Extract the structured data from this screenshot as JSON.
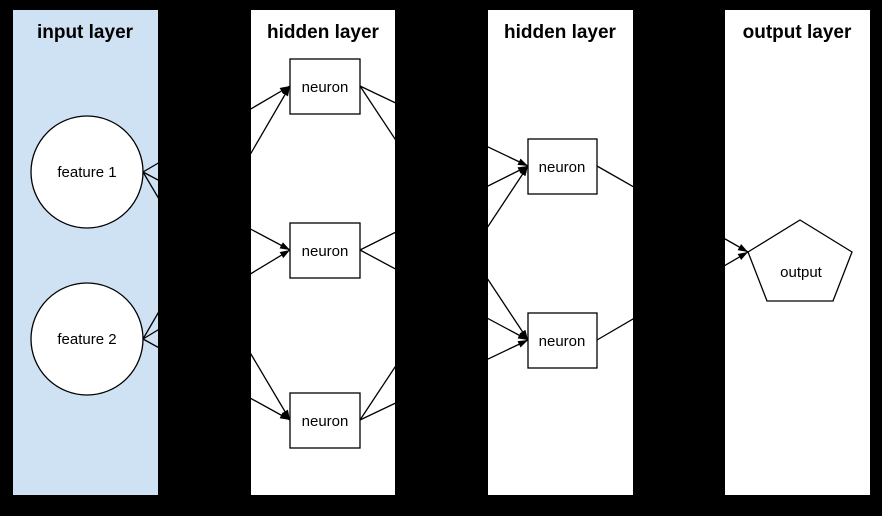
{
  "diagram": {
    "type": "neural-network",
    "colors": {
      "background": "#000000",
      "input_panel_fill": "#cfe2f3",
      "panel_fill": "#ffffff",
      "node_fill": "#ffffff",
      "stroke": "#000000"
    },
    "layers": [
      {
        "title": "input layer",
        "nodes": [
          "feature 1",
          "feature 2"
        ]
      },
      {
        "title": "hidden layer",
        "nodes": [
          "neuron",
          "neuron",
          "neuron"
        ]
      },
      {
        "title": "hidden layer",
        "nodes": [
          "neuron",
          "neuron"
        ]
      },
      {
        "title": "output layer",
        "nodes": [
          "output"
        ]
      }
    ]
  }
}
